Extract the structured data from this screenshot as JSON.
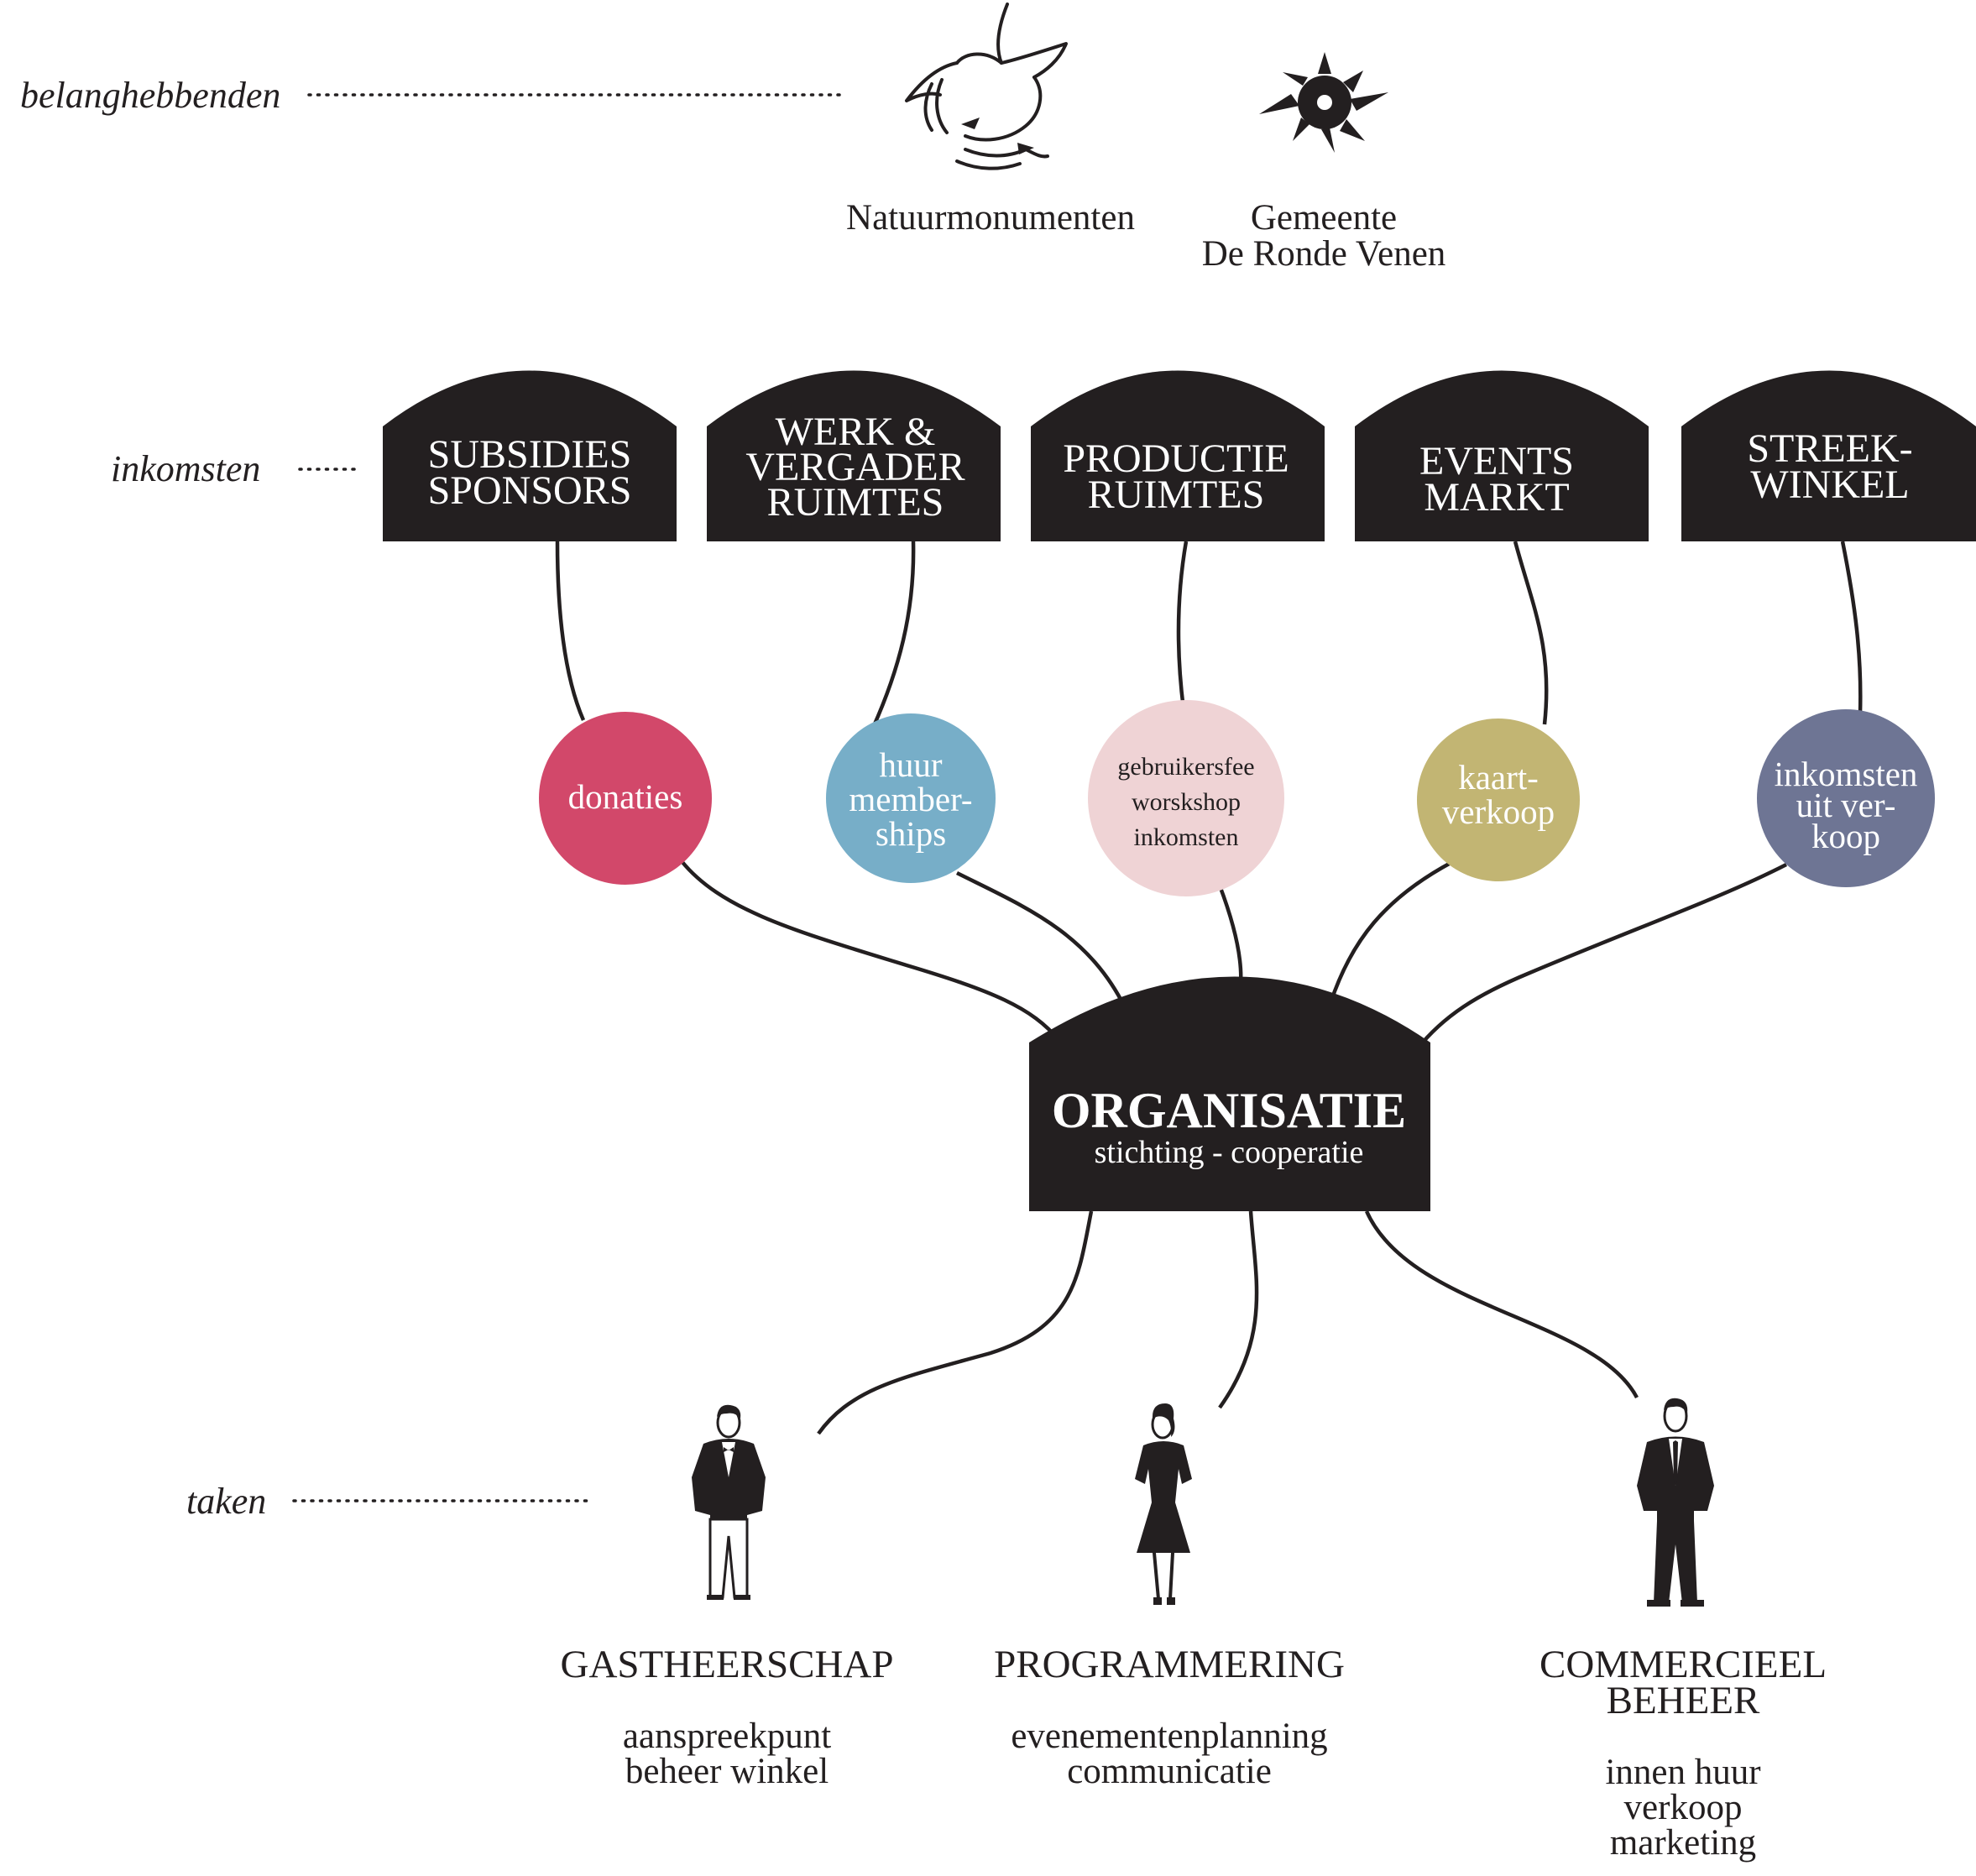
{
  "row_labels": {
    "stakeholders": "belanghebbenden",
    "income": "inkomsten",
    "tasks": "taken"
  },
  "stakeholders": [
    {
      "icon": "natuurmonumenten-logo-icon",
      "lines": [
        "Natuurmonumenten"
      ]
    },
    {
      "icon": "gemeente-de-ronde-venen-logo-icon",
      "lines": [
        "Gemeente",
        "De Ronde Venen"
      ]
    }
  ],
  "income_sources": [
    {
      "lines": [
        "SUBSIDIES",
        "SPONSORS"
      ]
    },
    {
      "lines": [
        "WERK &",
        "VERGADER",
        "RUIMTES"
      ]
    },
    {
      "lines": [
        "PRODUCTIE",
        "RUIMTES"
      ]
    },
    {
      "lines": [
        "EVENTS",
        "MARKT"
      ]
    },
    {
      "lines": [
        "STREEK-",
        "WINKEL"
      ]
    }
  ],
  "income_types": [
    {
      "lines": [
        "donaties"
      ],
      "color": "#d2486a"
    },
    {
      "lines": [
        "huur",
        "member-",
        "ships"
      ],
      "color": "#77aec8"
    },
    {
      "lines": [
        "gebruikersfee",
        "worskshop",
        "inkomsten"
      ],
      "color": "#efd3d5"
    },
    {
      "lines": [
        "kaart-",
        "verkoop"
      ],
      "color": "#c2b573"
    },
    {
      "lines": [
        "inkomsten",
        "uit ver-",
        "koop"
      ],
      "color": "#6e7594"
    }
  ],
  "organization": {
    "title": "ORGANISATIE",
    "subtitle": "stichting - cooperatie"
  },
  "tasks": [
    {
      "icon": "host-person-icon",
      "title": [
        "GASTHEERSCHAP"
      ],
      "description": [
        "aanspreekpunt",
        "beheer winkel"
      ]
    },
    {
      "icon": "programmer-person-icon",
      "title": [
        "PROGRAMMERING"
      ],
      "description": [
        "evenementenplanning",
        "communicatie"
      ]
    },
    {
      "icon": "commercial-manager-person-icon",
      "title": [
        "COMMERCIEEL",
        "BEHEER"
      ],
      "description": [
        "innen huur",
        "verkoop",
        "marketing"
      ]
    }
  ],
  "colors": {
    "ink": "#231f20",
    "background": "#ffffff"
  }
}
